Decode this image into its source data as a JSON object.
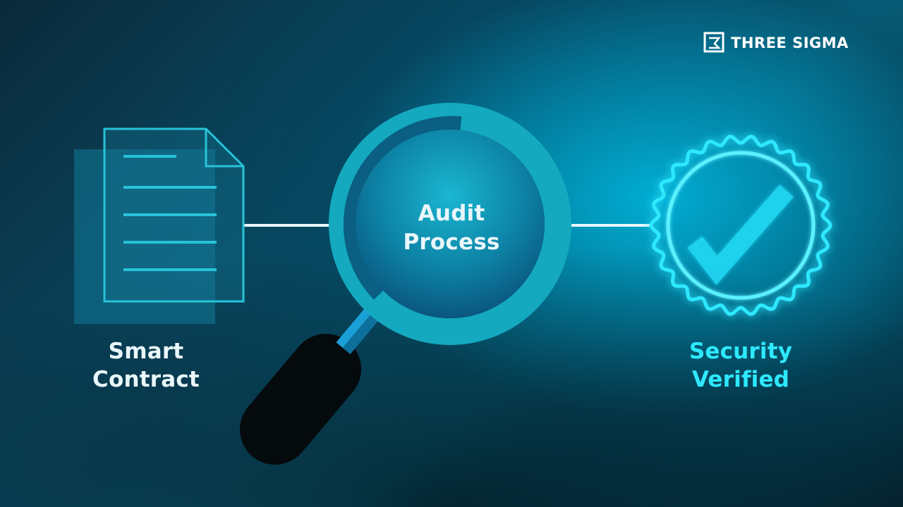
{
  "brand": {
    "name": "THREE SIGMA",
    "logo_icon": "three-sigma-logo-icon"
  },
  "nodes": {
    "start": {
      "icon": "document-icon",
      "label_line1": "Smart",
      "label_line2": "Contract"
    },
    "process": {
      "icon": "magnifying-glass-icon",
      "label_line1": "Audit",
      "label_line2": "Process"
    },
    "end": {
      "icon": "verified-badge-check-icon",
      "label_line1": "Security",
      "label_line2": "Verified"
    }
  },
  "colors": {
    "text_light": "#e9f6fa",
    "accent_cyan": "#2ee8ff",
    "document_stroke": "#27c3d8",
    "connector": "#e8f7fb",
    "ring_light": "#14a9bf",
    "ring_dark": "#0a5f82",
    "handle": "#050a0d"
  }
}
